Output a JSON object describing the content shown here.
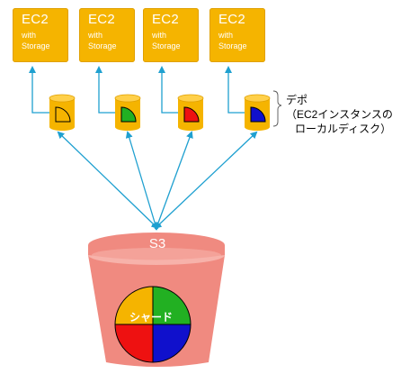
{
  "instances": [
    {
      "title": "EC2",
      "line1": "with",
      "line2": "Storage"
    },
    {
      "title": "EC2",
      "line1": "with",
      "line2": "Storage"
    },
    {
      "title": "EC2",
      "line1": "with",
      "line2": "Storage"
    },
    {
      "title": "EC2",
      "line1": "with",
      "line2": "Storage"
    }
  ],
  "depot_caption": {
    "line1": "デポ",
    "line2": "（EC2インスタンスの",
    "line3": "ローカルディスク）"
  },
  "bucket": {
    "label": "S3"
  },
  "shard": {
    "label": "シャード"
  },
  "colors": {
    "ec2": "#f5b400",
    "arrow": "#1fa0d0",
    "bucket": "#f08a80",
    "shard_yellow": "#f5b400",
    "shard_green": "#22b022",
    "shard_red": "#ee1111",
    "shard_blue": "#1010cc"
  }
}
